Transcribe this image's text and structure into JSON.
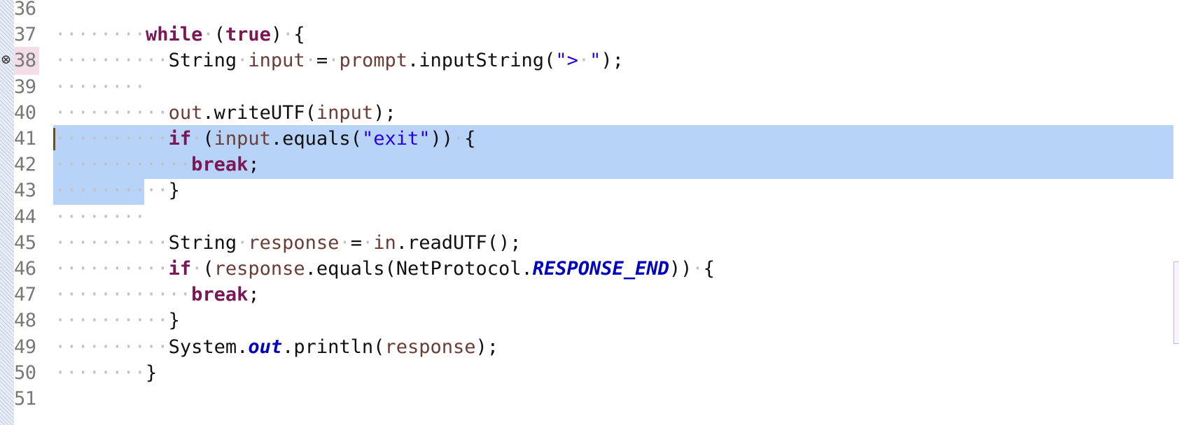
{
  "editor": {
    "lines": [
      {
        "num": "36",
        "tokens": []
      },
      {
        "num": "37",
        "tokens": [
          {
            "t": "ws",
            "v": "········"
          },
          {
            "t": "kw",
            "v": "while"
          },
          {
            "t": "ws",
            "v": "·"
          },
          {
            "t": "plain",
            "v": "("
          },
          {
            "t": "kw",
            "v": "true"
          },
          {
            "t": "plain",
            "v": ")"
          },
          {
            "t": "ws",
            "v": "·"
          },
          {
            "t": "plain",
            "v": "{"
          }
        ]
      },
      {
        "num": "38",
        "error": true,
        "tokens": [
          {
            "t": "ws",
            "v": "··········"
          },
          {
            "t": "plain",
            "v": "String"
          },
          {
            "t": "ws",
            "v": "·"
          },
          {
            "t": "var",
            "v": "input"
          },
          {
            "t": "ws",
            "v": "·"
          },
          {
            "t": "plain",
            "v": "="
          },
          {
            "t": "ws",
            "v": "·"
          },
          {
            "t": "var",
            "v": "prompt"
          },
          {
            "t": "plain",
            "v": ".inputString("
          },
          {
            "t": "str",
            "v": "\">"
          },
          {
            "t": "ws",
            "v": "·"
          },
          {
            "t": "str",
            "v": "\""
          },
          {
            "t": "plain",
            "v": ");"
          }
        ]
      },
      {
        "num": "39",
        "tokens": [
          {
            "t": "ws",
            "v": "········"
          }
        ]
      },
      {
        "num": "40",
        "tokens": [
          {
            "t": "ws",
            "v": "··········"
          },
          {
            "t": "var",
            "v": "out"
          },
          {
            "t": "plain",
            "v": ".writeUTF("
          },
          {
            "t": "var",
            "v": "input"
          },
          {
            "t": "plain",
            "v": ");"
          }
        ]
      },
      {
        "num": "41",
        "caret": true,
        "sel": "full",
        "tokens": [
          {
            "t": "ws",
            "v": "··········"
          },
          {
            "t": "kw",
            "v": "if"
          },
          {
            "t": "ws",
            "v": "·"
          },
          {
            "t": "plain",
            "v": "("
          },
          {
            "t": "var",
            "v": "input"
          },
          {
            "t": "plain",
            "v": ".equals("
          },
          {
            "t": "str",
            "v": "\"exit\""
          },
          {
            "t": "plain",
            "v": "))"
          },
          {
            "t": "ws",
            "v": "·"
          },
          {
            "t": "plain",
            "v": "{"
          }
        ]
      },
      {
        "num": "42",
        "sel": "full",
        "tokens": [
          {
            "t": "ws",
            "v": "············"
          },
          {
            "t": "kw",
            "v": "break"
          },
          {
            "t": "plain",
            "v": ";"
          }
        ]
      },
      {
        "num": "43",
        "sel": "partial",
        "tokens": [
          {
            "t": "ws",
            "v": "··········"
          },
          {
            "t": "plain",
            "v": "}"
          }
        ]
      },
      {
        "num": "44",
        "tokens": [
          {
            "t": "ws",
            "v": "········"
          }
        ]
      },
      {
        "num": "45",
        "tokens": [
          {
            "t": "ws",
            "v": "··········"
          },
          {
            "t": "plain",
            "v": "String"
          },
          {
            "t": "ws",
            "v": "·"
          },
          {
            "t": "var",
            "v": "response"
          },
          {
            "t": "ws",
            "v": "·"
          },
          {
            "t": "plain",
            "v": "="
          },
          {
            "t": "ws",
            "v": "·"
          },
          {
            "t": "var",
            "v": "in"
          },
          {
            "t": "plain",
            "v": ".readUTF();"
          }
        ]
      },
      {
        "num": "46",
        "tokens": [
          {
            "t": "ws",
            "v": "··········"
          },
          {
            "t": "kw",
            "v": "if"
          },
          {
            "t": "ws",
            "v": "·"
          },
          {
            "t": "plain",
            "v": "("
          },
          {
            "t": "var",
            "v": "response"
          },
          {
            "t": "plain",
            "v": ".equals(NetProtocol."
          },
          {
            "t": "const",
            "v": "RESPONSE_END"
          },
          {
            "t": "plain",
            "v": "))"
          },
          {
            "t": "ws",
            "v": "·"
          },
          {
            "t": "plain",
            "v": "{"
          }
        ]
      },
      {
        "num": "47",
        "tokens": [
          {
            "t": "ws",
            "v": "············"
          },
          {
            "t": "kw",
            "v": "break"
          },
          {
            "t": "plain",
            "v": ";"
          }
        ]
      },
      {
        "num": "48",
        "tokens": [
          {
            "t": "ws",
            "v": "··········"
          },
          {
            "t": "plain",
            "v": "}"
          }
        ]
      },
      {
        "num": "49",
        "tokens": [
          {
            "t": "ws",
            "v": "··········"
          },
          {
            "t": "plain",
            "v": "System."
          },
          {
            "t": "field",
            "v": "out"
          },
          {
            "t": "plain",
            "v": ".println("
          },
          {
            "t": "var",
            "v": "response"
          },
          {
            "t": "plain",
            "v": ");"
          }
        ]
      },
      {
        "num": "50",
        "tokens": [
          {
            "t": "ws",
            "v": "········"
          },
          {
            "t": "plain",
            "v": "}"
          }
        ]
      },
      {
        "num": "51",
        "tokens": []
      }
    ],
    "error_icon": "circle-x-icon",
    "colors": {
      "keyword": "#7a1755",
      "variable": "#6a3e36",
      "string": "#2a00e6",
      "constant": "#0000c0",
      "selection": "#b7d3f7",
      "error_line": "#f3dde6"
    }
  }
}
